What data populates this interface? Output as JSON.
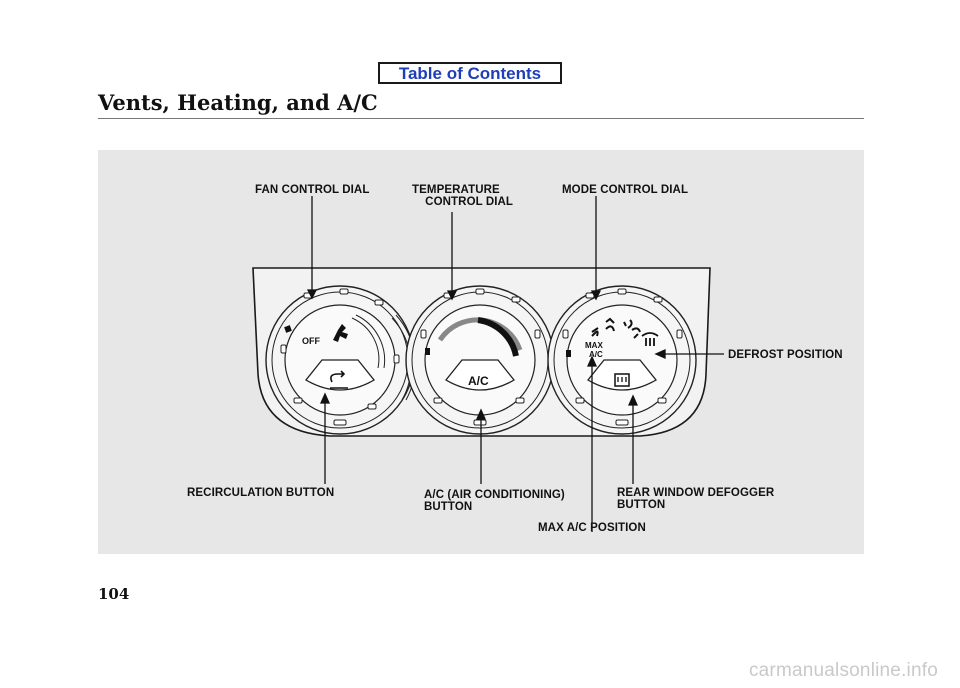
{
  "header": {
    "toc_link": "Table of Contents",
    "title": "Vents, Heating, and A/C"
  },
  "figure": {
    "labels": {
      "fan_control_dial": "FAN CONTROL DIAL",
      "temperature_control_dial": "TEMPERATURE\n    CONTROL DIAL",
      "mode_control_dial": "MODE CONTROL DIAL",
      "defrost_position": "DEFROST POSITION",
      "recirculation_button": "RECIRCULATION BUTTON",
      "ac_button": "A/C (AIR CONDITIONING)\nBUTTON",
      "rear_window_defogger_button": "REAR WINDOW DEFOGGER\nBUTTON",
      "max_ac_position": "MAX A/C POSITION"
    },
    "dial_text": {
      "off": "OFF",
      "ac": "A/C",
      "max": "MAX",
      "max_ac": "A/C"
    }
  },
  "footer": {
    "page_number": "104",
    "watermark": "carmanualsonline.info"
  }
}
